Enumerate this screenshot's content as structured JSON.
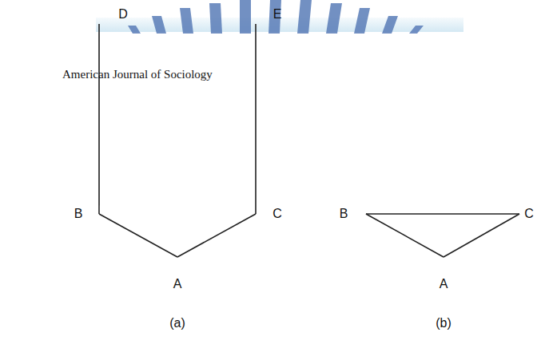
{
  "diagram": {
    "nodes": [
      {
        "text": [
          "D"
        ]
      },
      {
        "text": [
          "E"
        ]
      },
      {
        "text": [
          "B"
        ]
      },
      {
        "text": [
          "C"
        ]
      },
      {
        "text": [
          "A"
        ]
      },
      {
        "text": [
          "B"
        ]
      },
      {
        "text": [
          "C"
        ]
      },
      {
        "text": [
          "A"
        ]
      }
    ],
    "edges": [
      {
        "from": 0,
        "to": 2,
        "arrow": "none"
      },
      {
        "from": 2,
        "to": 4,
        "arrow": "none"
      },
      {
        "from": 4,
        "to": 3,
        "arrow": "none"
      },
      {
        "from": 3,
        "to": 1,
        "arrow": "none"
      },
      {
        "from": 5,
        "to": 6,
        "arrow": "none"
      },
      {
        "from": 5,
        "to": 7,
        "arrow": "none"
      },
      {
        "from": 7,
        "to": 6,
        "arrow": "none"
      }
    ],
    "labels": [
      "American Journal of Sociology",
      "(a)",
      "(b)"
    ]
  }
}
